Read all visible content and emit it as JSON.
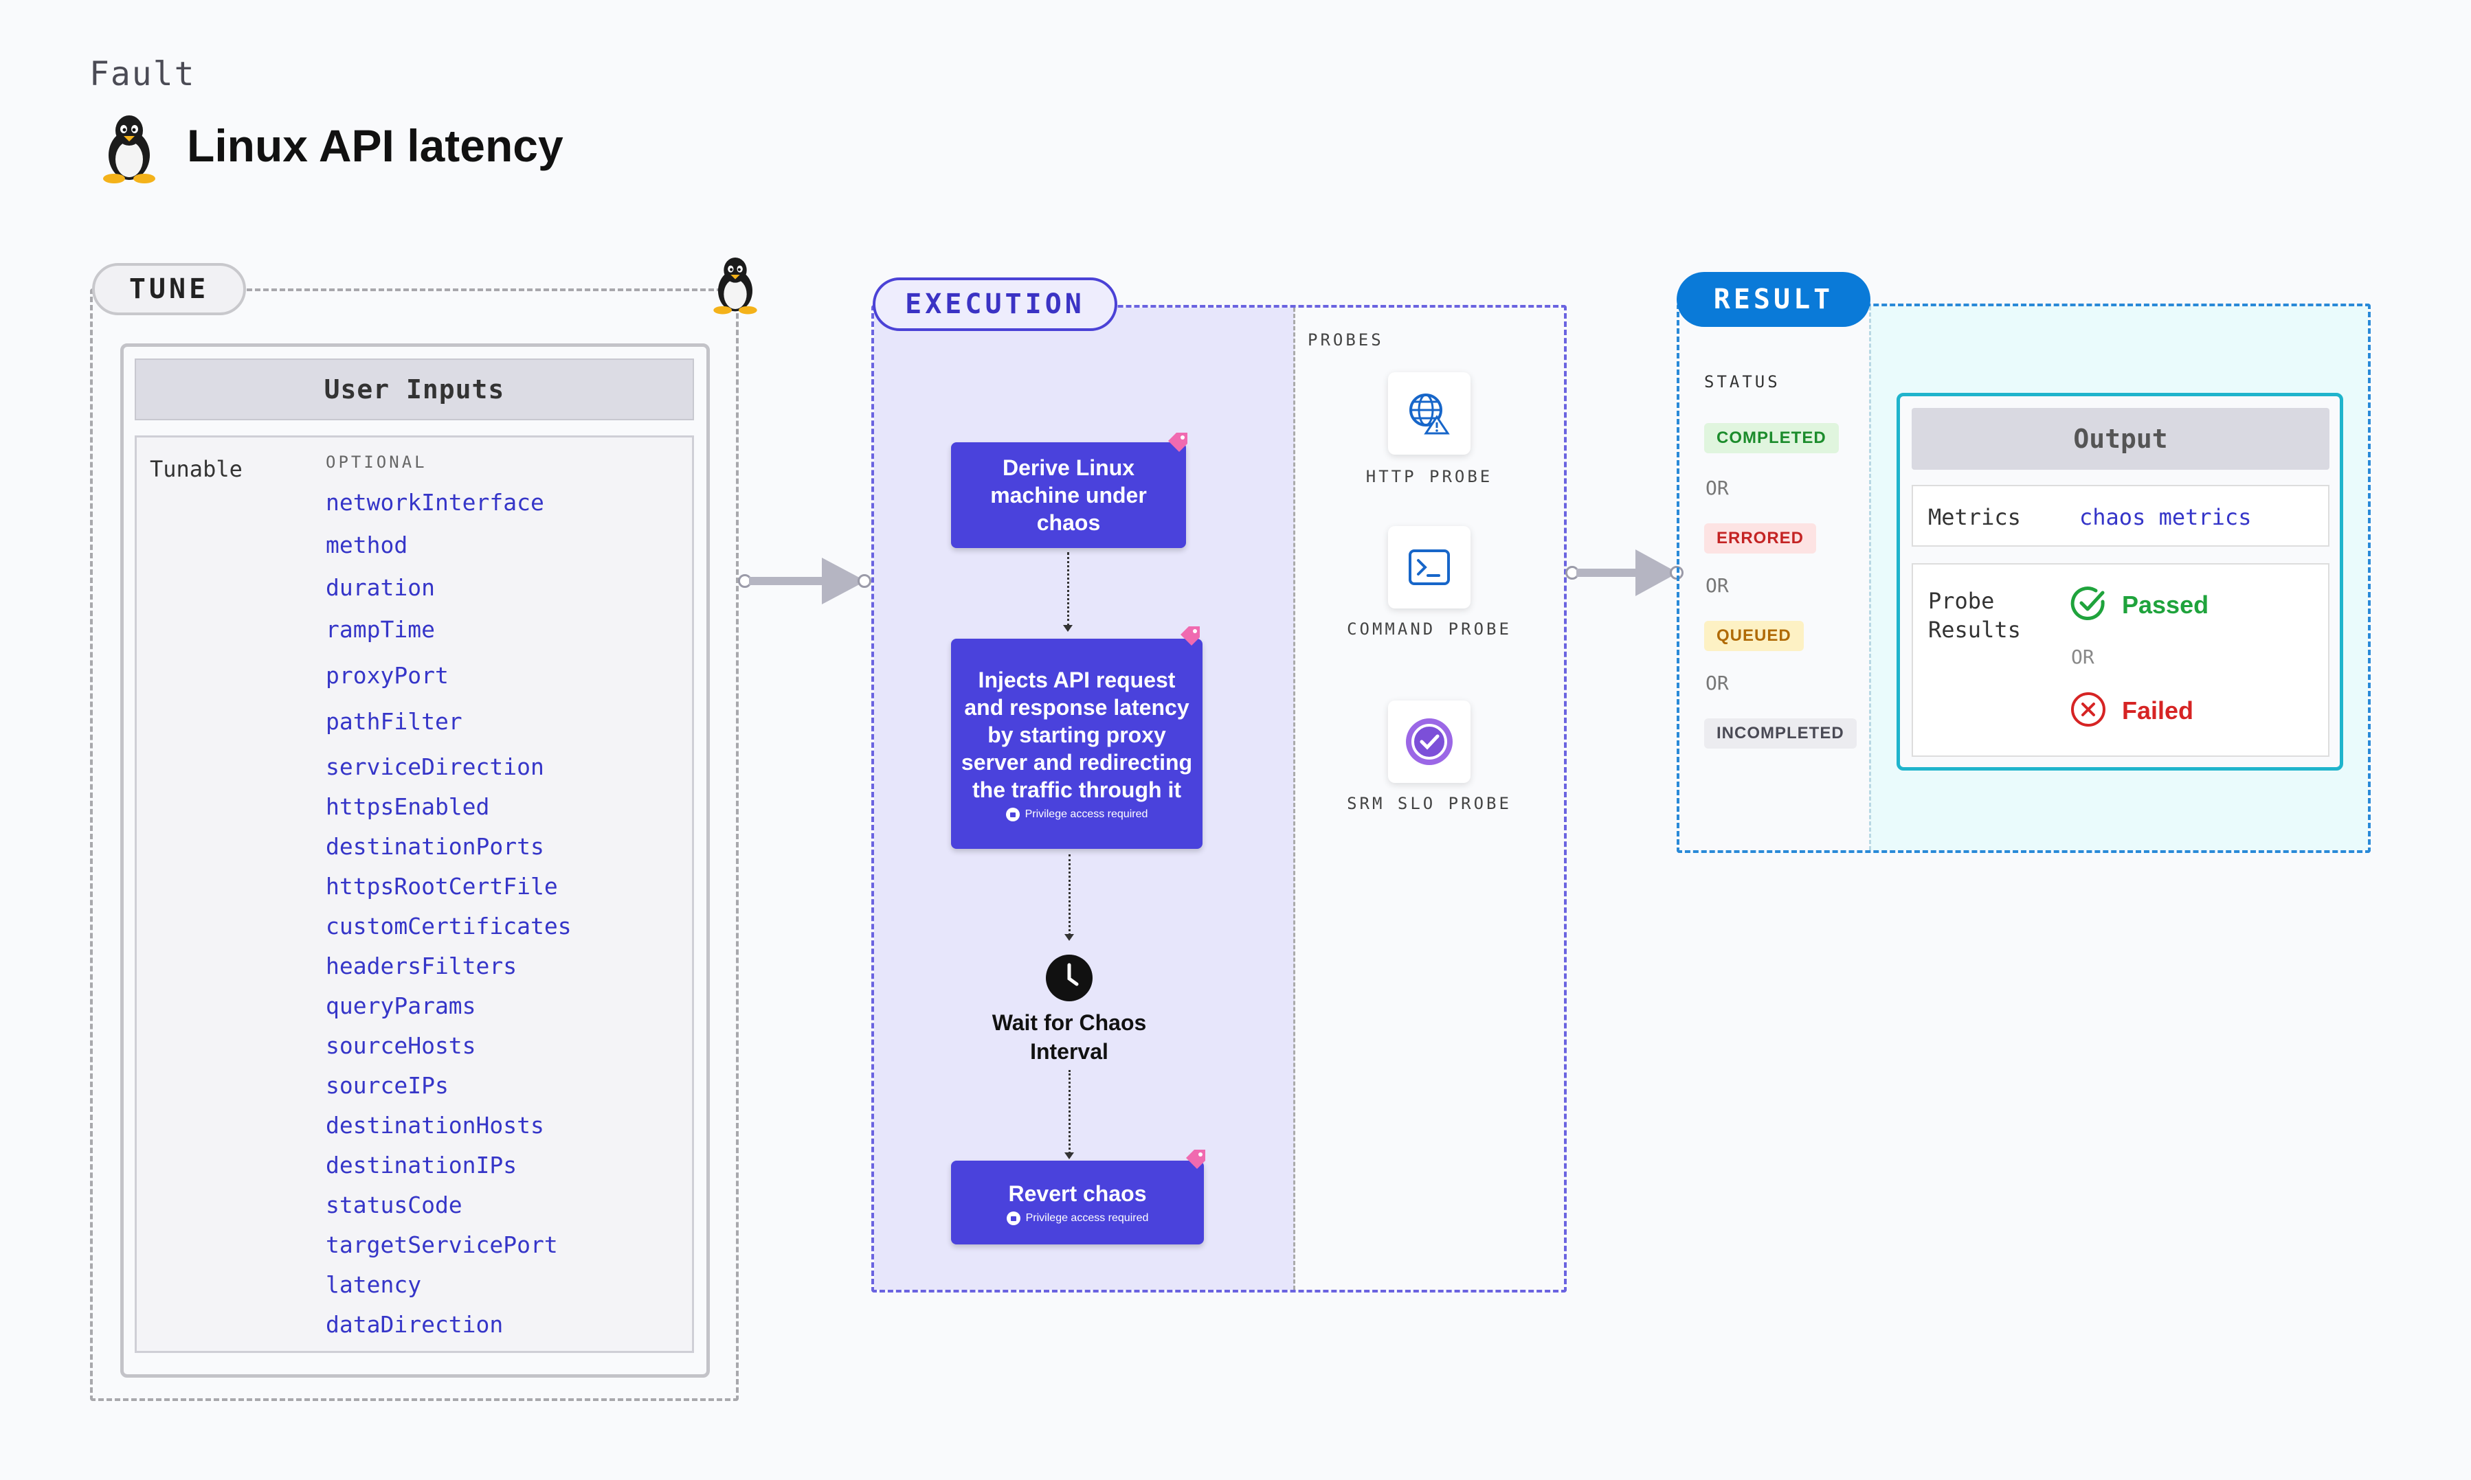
{
  "header": {
    "eyebrow": "Fault",
    "title": "Linux API latency",
    "title_icon": "linux-tux-icon"
  },
  "tune": {
    "pill_label": "TUNE",
    "card_title": "User Inputs",
    "tunable_label": "Tunable",
    "optional_label": "OPTIONAL",
    "params": [
      "networkInterface",
      "method",
      "duration",
      "rampTime",
      "proxyPort",
      "pathFilter",
      "serviceDirection",
      "httpsEnabled",
      "destinationPorts",
      "httpsRootCertFile",
      "customCertificates",
      "headersFilters",
      "queryParams",
      "sourceHosts",
      "sourceIPs",
      "destinationHosts",
      "destinationIPs",
      "statusCode",
      "targetServicePort",
      "latency",
      "dataDirection"
    ]
  },
  "execution": {
    "pill_label": "EXECUTION",
    "steps": {
      "derive": "Derive Linux machine under chaos",
      "inject": "Injects API request and response latency by starting proxy server and redirecting the traffic through it",
      "wait": "Wait for Chaos Interval",
      "revert": "Revert chaos"
    },
    "privilege_note": "Privilege access required",
    "probes_label": "PROBES",
    "probes": [
      {
        "label": "HTTP PROBE",
        "icon": "globe-warning-icon"
      },
      {
        "label": "COMMAND PROBE",
        "icon": "terminal-icon"
      },
      {
        "label": "SRM SLO PROBE",
        "icon": "slo-gauge-icon"
      }
    ]
  },
  "result": {
    "pill_label": "RESULT",
    "status_label": "STATUS",
    "statuses": [
      "COMPLETED",
      "ERRORED",
      "QUEUED",
      "INCOMPLETED"
    ],
    "or_label": "OR",
    "output_title": "Output",
    "metrics_label": "Metrics",
    "metrics_value": "chaos metrics",
    "probe_results_label": "Probe Results",
    "passed": "Passed",
    "failed": "Failed"
  },
  "colors": {
    "accent": "#4a42dc",
    "result_blue": "#0a7ad8",
    "passed": "#1fa33c",
    "failed": "#d62424"
  }
}
